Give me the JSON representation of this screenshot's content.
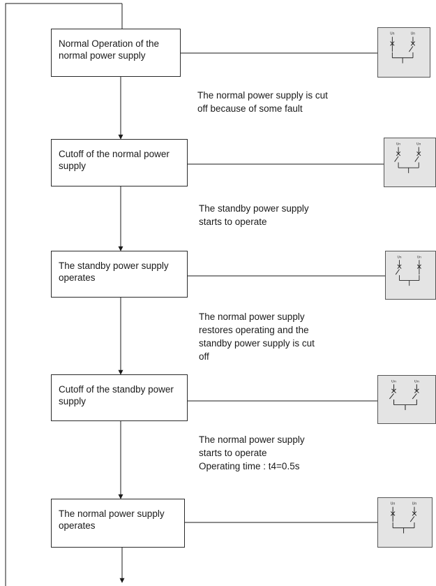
{
  "stages": [
    {
      "label": "Normal Operation of the normal power supply",
      "switches": [
        "closed",
        "open"
      ],
      "icon_labels": [
        "Un",
        "Un"
      ]
    },
    {
      "label": "Cutoff of the normal power supply",
      "switches": [
        "open",
        "open"
      ],
      "icon_labels": [
        "Un",
        "Un"
      ]
    },
    {
      "label": "The standby power supply operates",
      "switches": [
        "open",
        "closed"
      ],
      "icon_labels": [
        "Un",
        "Un"
      ]
    },
    {
      "label": "Cutoff of the standby power supply",
      "switches": [
        "open",
        "open"
      ],
      "icon_labels": [
        "Un",
        "Un"
      ]
    },
    {
      "label": "The normal power supply operates",
      "switches": [
        "closed",
        "open"
      ],
      "icon_labels": [
        "Un",
        "Un"
      ]
    }
  ],
  "transitions": [
    {
      "text": "The normal power supply is cut\n off because of some fault"
    },
    {
      "text": "The standby power supply\nstarts to operate"
    },
    {
      "text": "The normal power supply\nrestores operating and the\nstandby power supply is cut\noff"
    },
    {
      "text": "The normal power supply\nstarts to operate\nOperating time : t4=0.5s"
    }
  ]
}
